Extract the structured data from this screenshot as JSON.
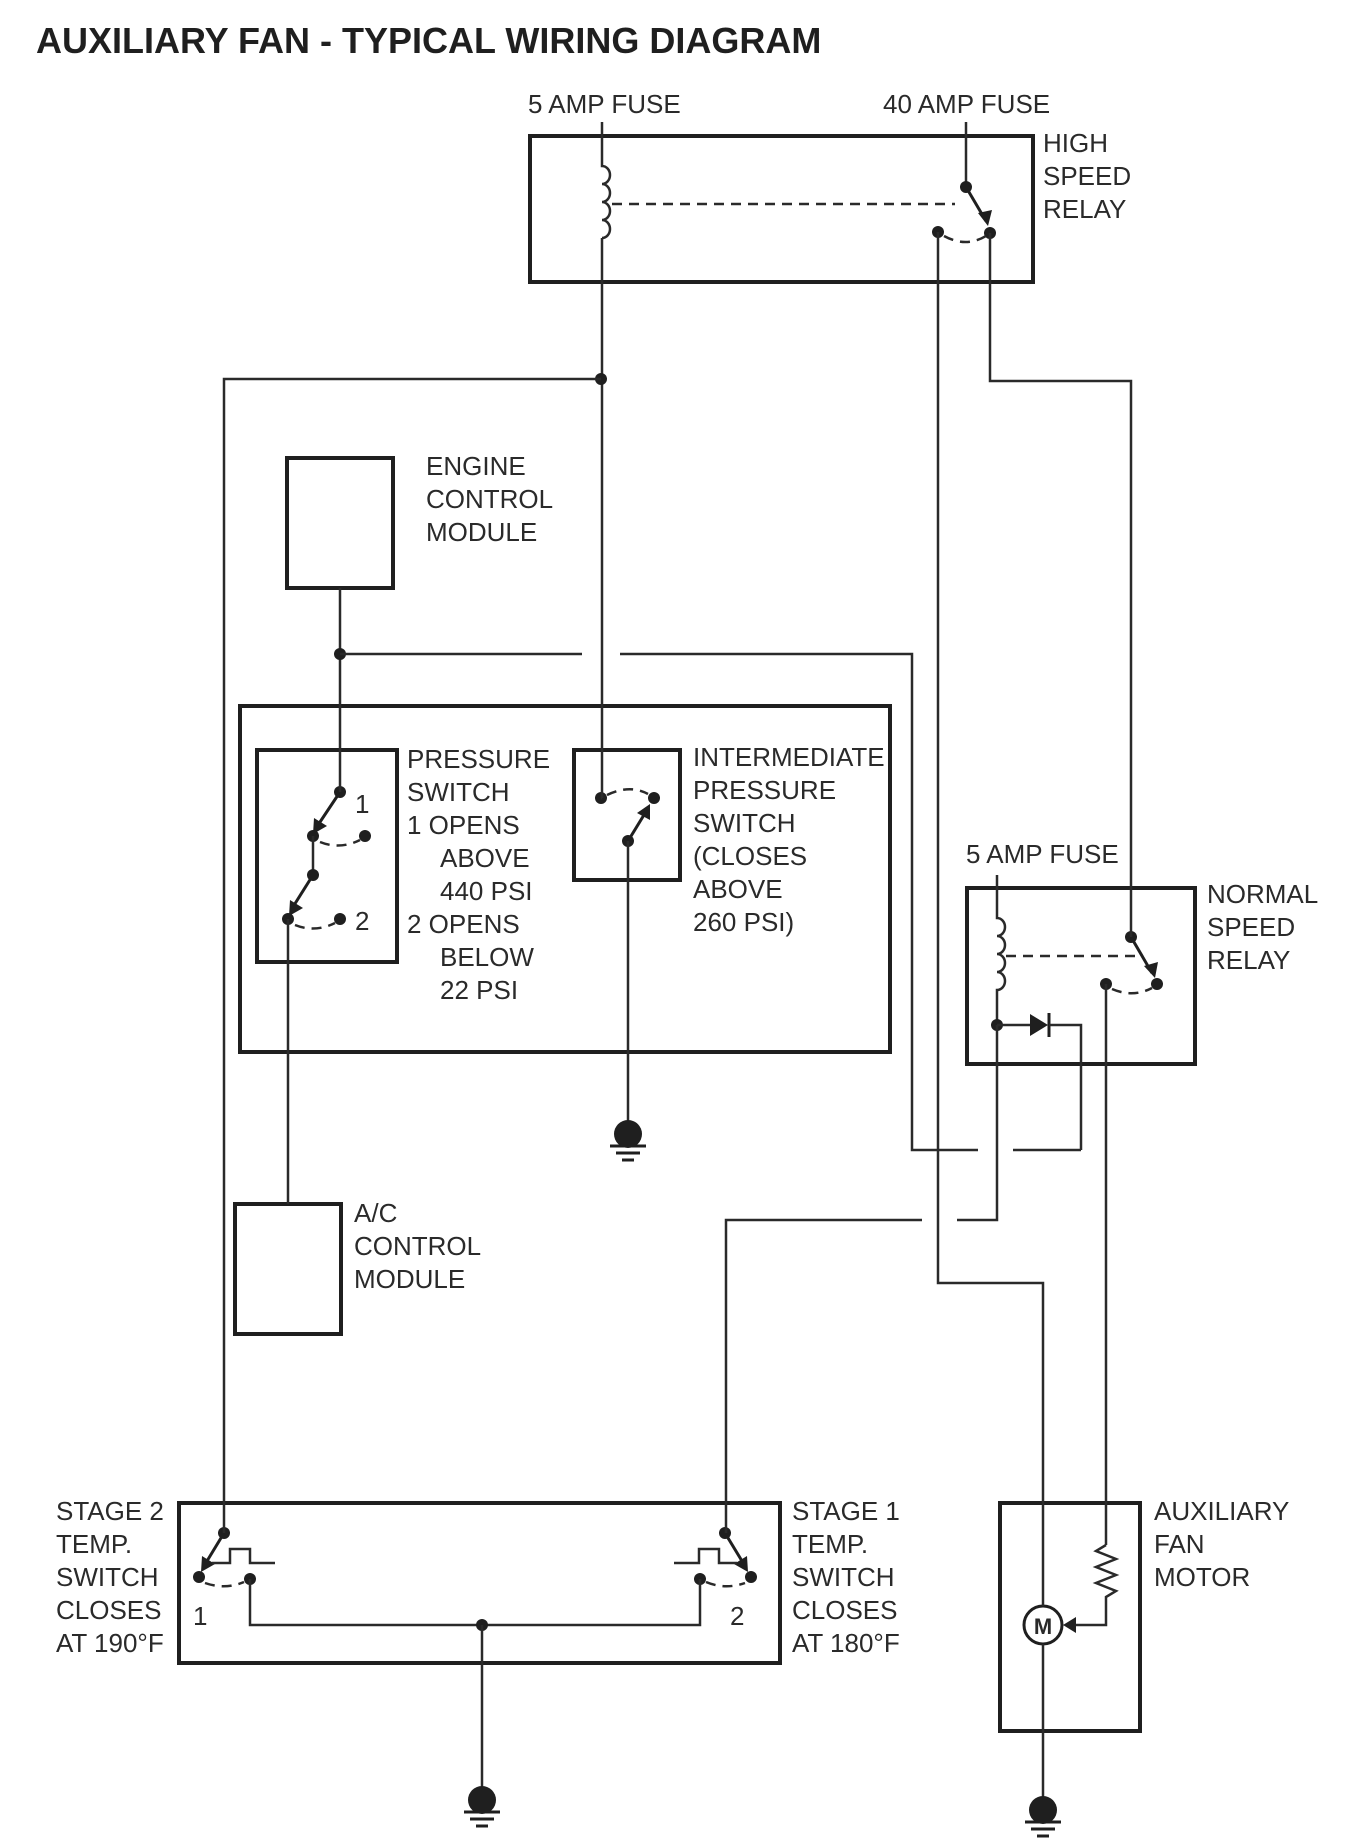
{
  "title": "AUXILIARY FAN - TYPICAL WIRING DIAGRAM",
  "high_speed_relay": {
    "fuse_left": "5 AMP FUSE",
    "fuse_right": "40 AMP FUSE",
    "label": [
      "HIGH",
      "SPEED",
      "RELAY"
    ]
  },
  "engine_control_module": {
    "label": [
      "ENGINE",
      "CONTROL",
      "MODULE"
    ]
  },
  "pressure_switch": {
    "label": [
      "PRESSURE",
      "SWITCH",
      "1  OPENS",
      "ABOVE",
      "440 PSI",
      "2  OPENS",
      "BELOW",
      "22 PSI"
    ],
    "contact_1": "1",
    "contact_2": "2"
  },
  "intermediate_pressure_switch": {
    "label": [
      "INTERMEDIATE",
      "PRESSURE",
      "SWITCH",
      "(CLOSES",
      "ABOVE",
      "260 PSI)"
    ]
  },
  "normal_speed_relay": {
    "fuse": "5 AMP FUSE",
    "label": [
      "NORMAL",
      "SPEED",
      "RELAY"
    ]
  },
  "ac_control_module": {
    "label": [
      "A/C",
      "CONTROL",
      "MODULE"
    ]
  },
  "stage2_temp_switch": {
    "label": [
      "STAGE 2",
      "TEMP.",
      "SWITCH",
      "CLOSES",
      "AT 190°F"
    ],
    "contact": "1"
  },
  "stage1_temp_switch": {
    "label": [
      "STAGE 1",
      "TEMP.",
      "SWITCH",
      "CLOSES",
      "AT 180°F"
    ],
    "contact": "2"
  },
  "auxiliary_fan_motor": {
    "label": [
      "AUXILIARY",
      "FAN",
      "MOTOR"
    ],
    "motor_symbol": "M"
  }
}
